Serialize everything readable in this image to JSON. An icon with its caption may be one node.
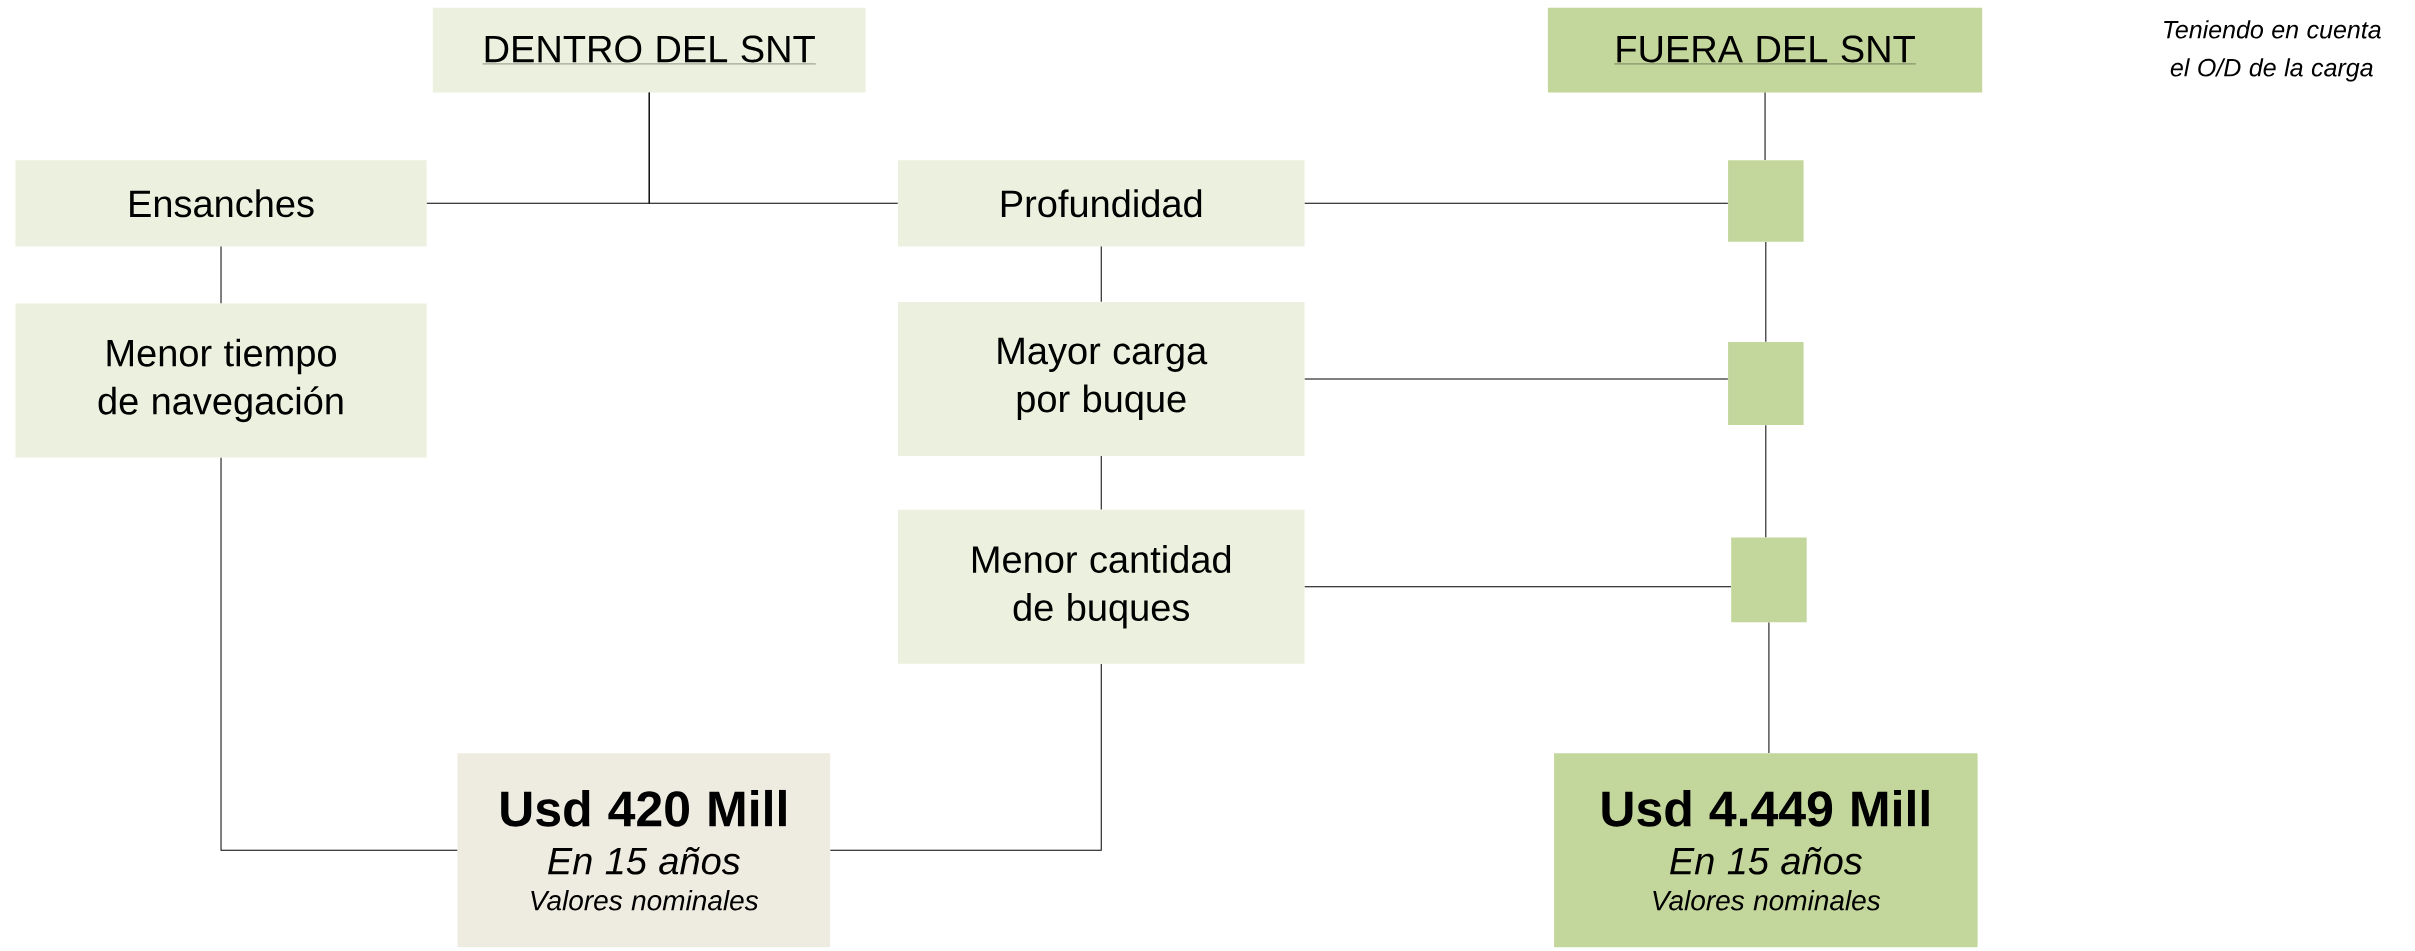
{
  "diagram": {
    "nodes": [
      {
        "text": [
          "DENTRO DEL SNT"
        ]
      },
      {
        "text": [
          "FUERA DEL SNT"
        ]
      },
      {
        "text": [
          "Ensanches"
        ]
      },
      {
        "text": [
          "Profundidad"
        ]
      },
      {
        "text": [],
        "shape": "box"
      },
      {
        "text": [
          "Menor tiempo de navegación"
        ]
      },
      {
        "text": [
          "Mayor carga por buque"
        ]
      },
      {
        "text": [],
        "shape": "box"
      },
      {
        "text": [
          "Menor cantidad de buques"
        ]
      },
      {
        "text": [],
        "shape": "box"
      },
      {
        "text": [
          "Usd 420 Mill",
          "En 15 años",
          "Valores nominales"
        ]
      },
      {
        "text": [
          "Usd 4.449 Mill",
          "En 15 años",
          "Valores nominales"
        ]
      }
    ],
    "edges": [
      {
        "from": 0,
        "to": 2,
        "arrow": "none"
      },
      {
        "from": 0,
        "to": 3,
        "arrow": "none"
      },
      {
        "from": 2,
        "to": 5,
        "arrow": "none"
      },
      {
        "from": 3,
        "to": 6,
        "arrow": "none"
      },
      {
        "from": 6,
        "to": 8,
        "arrow": "none"
      },
      {
        "from": 3,
        "to": 4,
        "arrow": "none"
      },
      {
        "from": 6,
        "to": 7,
        "arrow": "none"
      },
      {
        "from": 8,
        "to": 9,
        "arrow": "none"
      },
      {
        "from": 1,
        "to": 4,
        "arrow": "none"
      },
      {
        "from": 4,
        "to": 7,
        "arrow": "none"
      },
      {
        "from": 7,
        "to": 9,
        "arrow": "none"
      },
      {
        "from": 9,
        "to": 11,
        "arrow": "none"
      },
      {
        "from": 5,
        "to": 10,
        "arrow": "none"
      },
      {
        "from": 8,
        "to": 10,
        "arrow": "none"
      }
    ],
    "labels": [
      "Teniendo en cuenta el O/D de la carga"
    ]
  }
}
